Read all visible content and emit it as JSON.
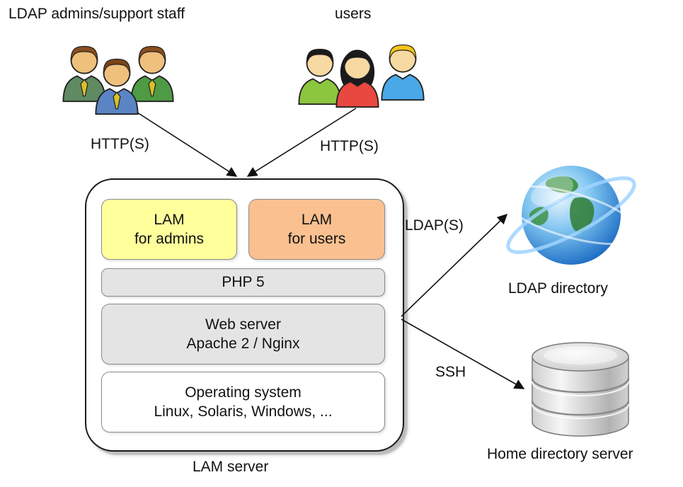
{
  "diagram": {
    "actors": {
      "admins_label": "LDAP admins/support staff",
      "users_label": "users"
    },
    "connections": {
      "http_admins_label": "HTTP(S)",
      "http_users_label": "HTTP(S)",
      "ldap_label": "LDAP(S)",
      "ssh_label": "SSH"
    },
    "lam_server": {
      "caption": "LAM server",
      "boxes": {
        "lam_admins": {
          "line1": "LAM",
          "line2": "for admins",
          "bg": "#ffff9c"
        },
        "lam_users": {
          "line1": "LAM",
          "line2": "for users",
          "bg": "#fac090"
        },
        "php": {
          "line1": "PHP 5",
          "bg": "#e4e4e4"
        },
        "web_server": {
          "line1": "Web server",
          "line2": "Apache 2 / Nginx",
          "bg": "#e4e4e4"
        },
        "os": {
          "line1": "Operating system",
          "line2": "Linux, Solaris, Windows, ...",
          "bg": "#ffffff"
        }
      }
    },
    "ldap_directory": {
      "caption": "LDAP directory"
    },
    "home_directory_server": {
      "caption": "Home directory server"
    },
    "icon_colors": {
      "admin_hair": "#8a4d1f",
      "admin_shirt_left": "#5f8a62",
      "admin_shirt_middle": "#5b84c4",
      "admin_shirt_right": "#4f9a45",
      "user_shirt_left": "#8cc63f",
      "user_shirt_middle": "#e8483f",
      "user_shirt_right": "#4aa8e8",
      "user_hair_right": "#f5c518",
      "globe_blue": "#1565c0",
      "db_gray": "#c9c9c9"
    }
  }
}
